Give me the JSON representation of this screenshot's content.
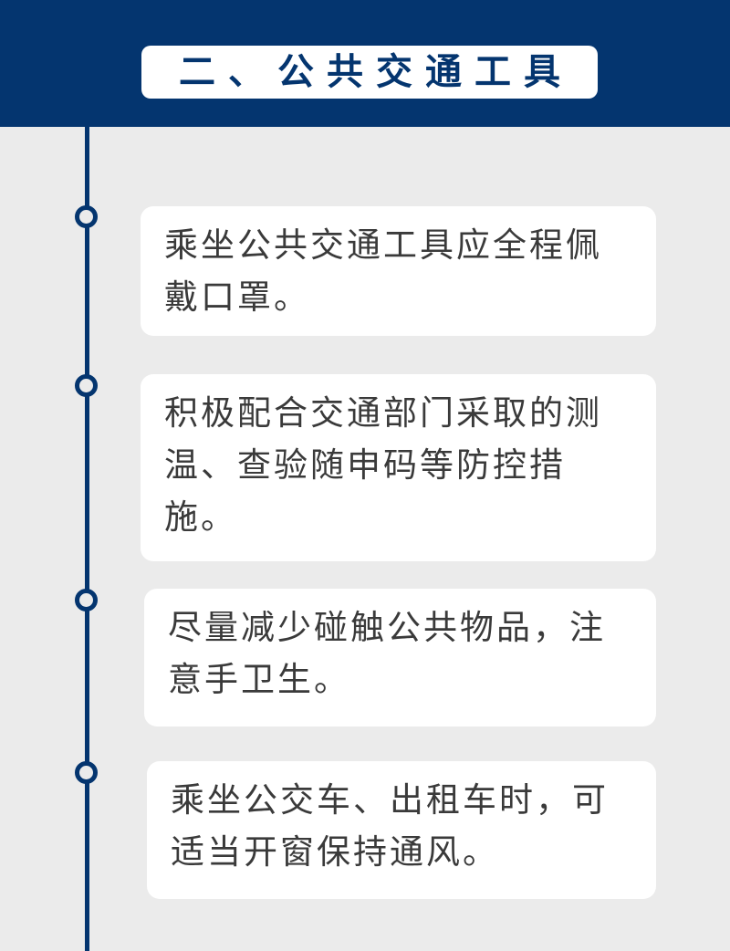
{
  "header": {
    "title": "二、公共交通工具",
    "bg_color": "#04356f"
  },
  "items": [
    {
      "text": "乘坐公共交通工具应全程佩戴口罩。"
    },
    {
      "text": "积极配合交通部门采取的测温、查验随申码等防控措施。"
    },
    {
      "text": "尽量减少碰触公共物品，注意手卫生。"
    },
    {
      "text": "乘坐公交车、出租车时，可适当开窗保持通风。"
    }
  ]
}
